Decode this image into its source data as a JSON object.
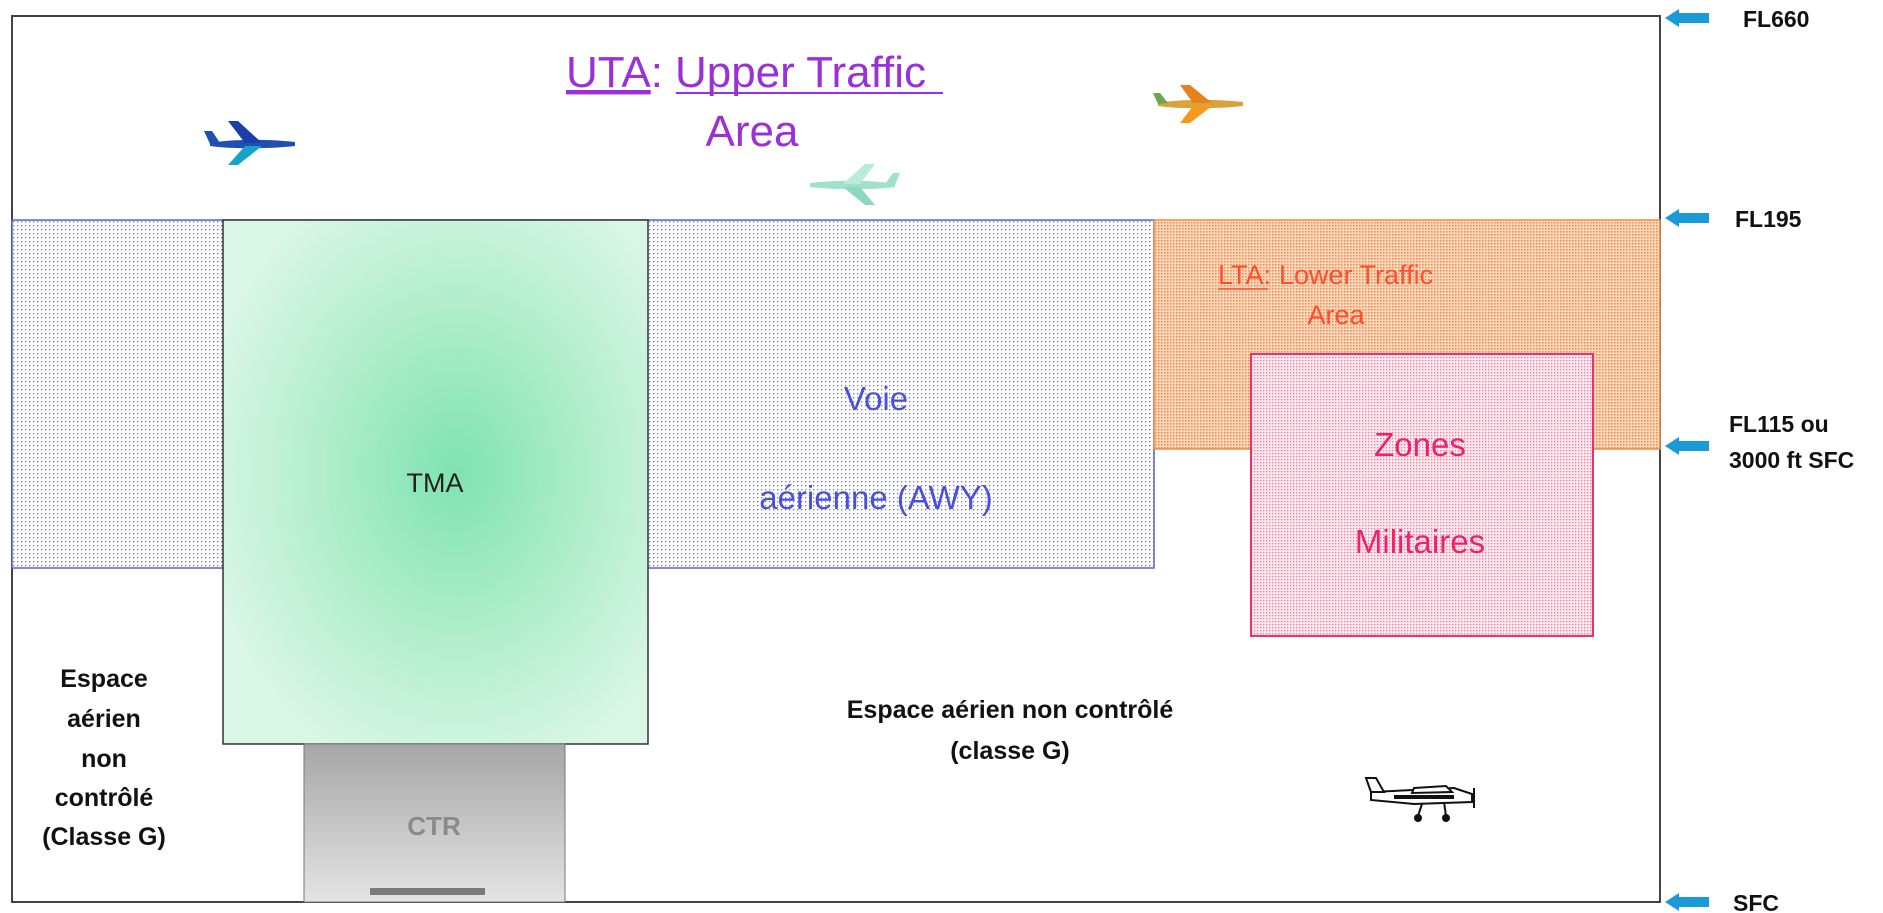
{
  "uta": {
    "abbr": "UTA",
    "sep": ":",
    "line1_rest": "Upper Traffic",
    "line2": "Area"
  },
  "lta": {
    "abbr": "LTA:",
    "line1_rest": "Lower Traffic",
    "line2": "Area"
  },
  "awy": {
    "line1": "Voie",
    "line2": "aérienne (AWY)"
  },
  "tma": {
    "label": "TMA"
  },
  "ctr": {
    "label": "CTR"
  },
  "military": {
    "line1": "Zones",
    "line2": "Militaires"
  },
  "class_g_left": {
    "line1": "Espace",
    "line2": "aérien",
    "line3": "non",
    "line4": "contrôlé",
    "line5": "(Classe G)"
  },
  "class_g_center": {
    "line1": "Espace aérien non contrôlé",
    "line2": "(classe G)"
  },
  "levels": {
    "fl660": "FL660",
    "fl195": "FL195",
    "fl115_line1": "FL115 ou",
    "fl115_line2": "3000 ft SFC",
    "sfc": "SFC"
  },
  "colors": {
    "uta": "#9b30d9",
    "awy": "#4a50d8",
    "lta": "#ff4d2e",
    "lta_fill": "#f7a36a",
    "military": "#f0206b",
    "tma": "#7fe3b0",
    "ctr": "#9a9a9a",
    "arrow": "#1a9ad6"
  },
  "icons": [
    "jet-blue-icon",
    "jet-orange-icon",
    "jet-mint-icon",
    "light-aircraft-icon",
    "level-arrow-icon"
  ]
}
